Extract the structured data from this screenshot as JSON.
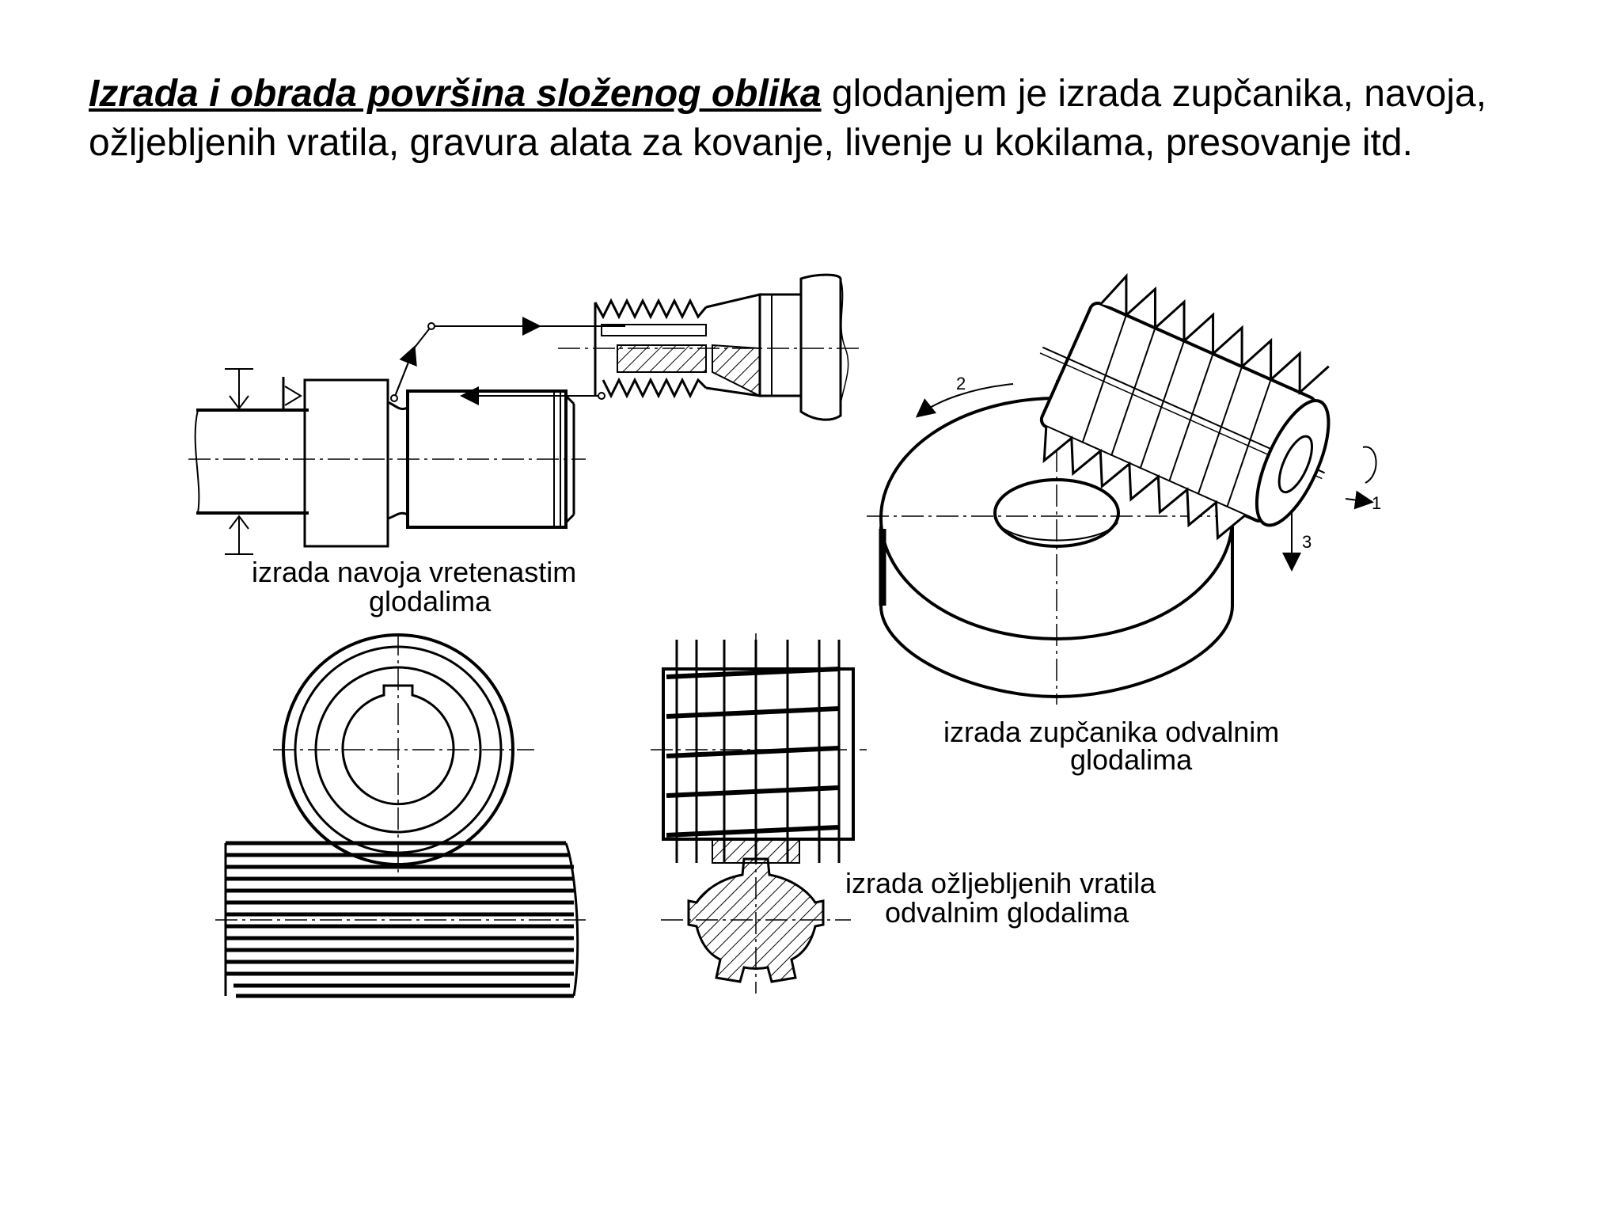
{
  "intro": {
    "lead": "Izrada i obrada površina složenog oblika",
    "rest": " glodanjem je izrada zupčanika, navoja, ožljebljenih vratila, gravura alata za kovanje, livenje u kokilama, presovanje itd."
  },
  "captions": {
    "thread_line1": "izrada navoja vretenastim",
    "thread_line2": "glodalima",
    "gear_line1": "izrada zupčanika odvalnim",
    "gear_line2": "glodalima",
    "spline_line1": "izrada ožljebljenih vratila",
    "spline_line2": "odvalnim glodalima"
  },
  "motion_labels": {
    "one": "1",
    "two": "2",
    "three": "3"
  }
}
